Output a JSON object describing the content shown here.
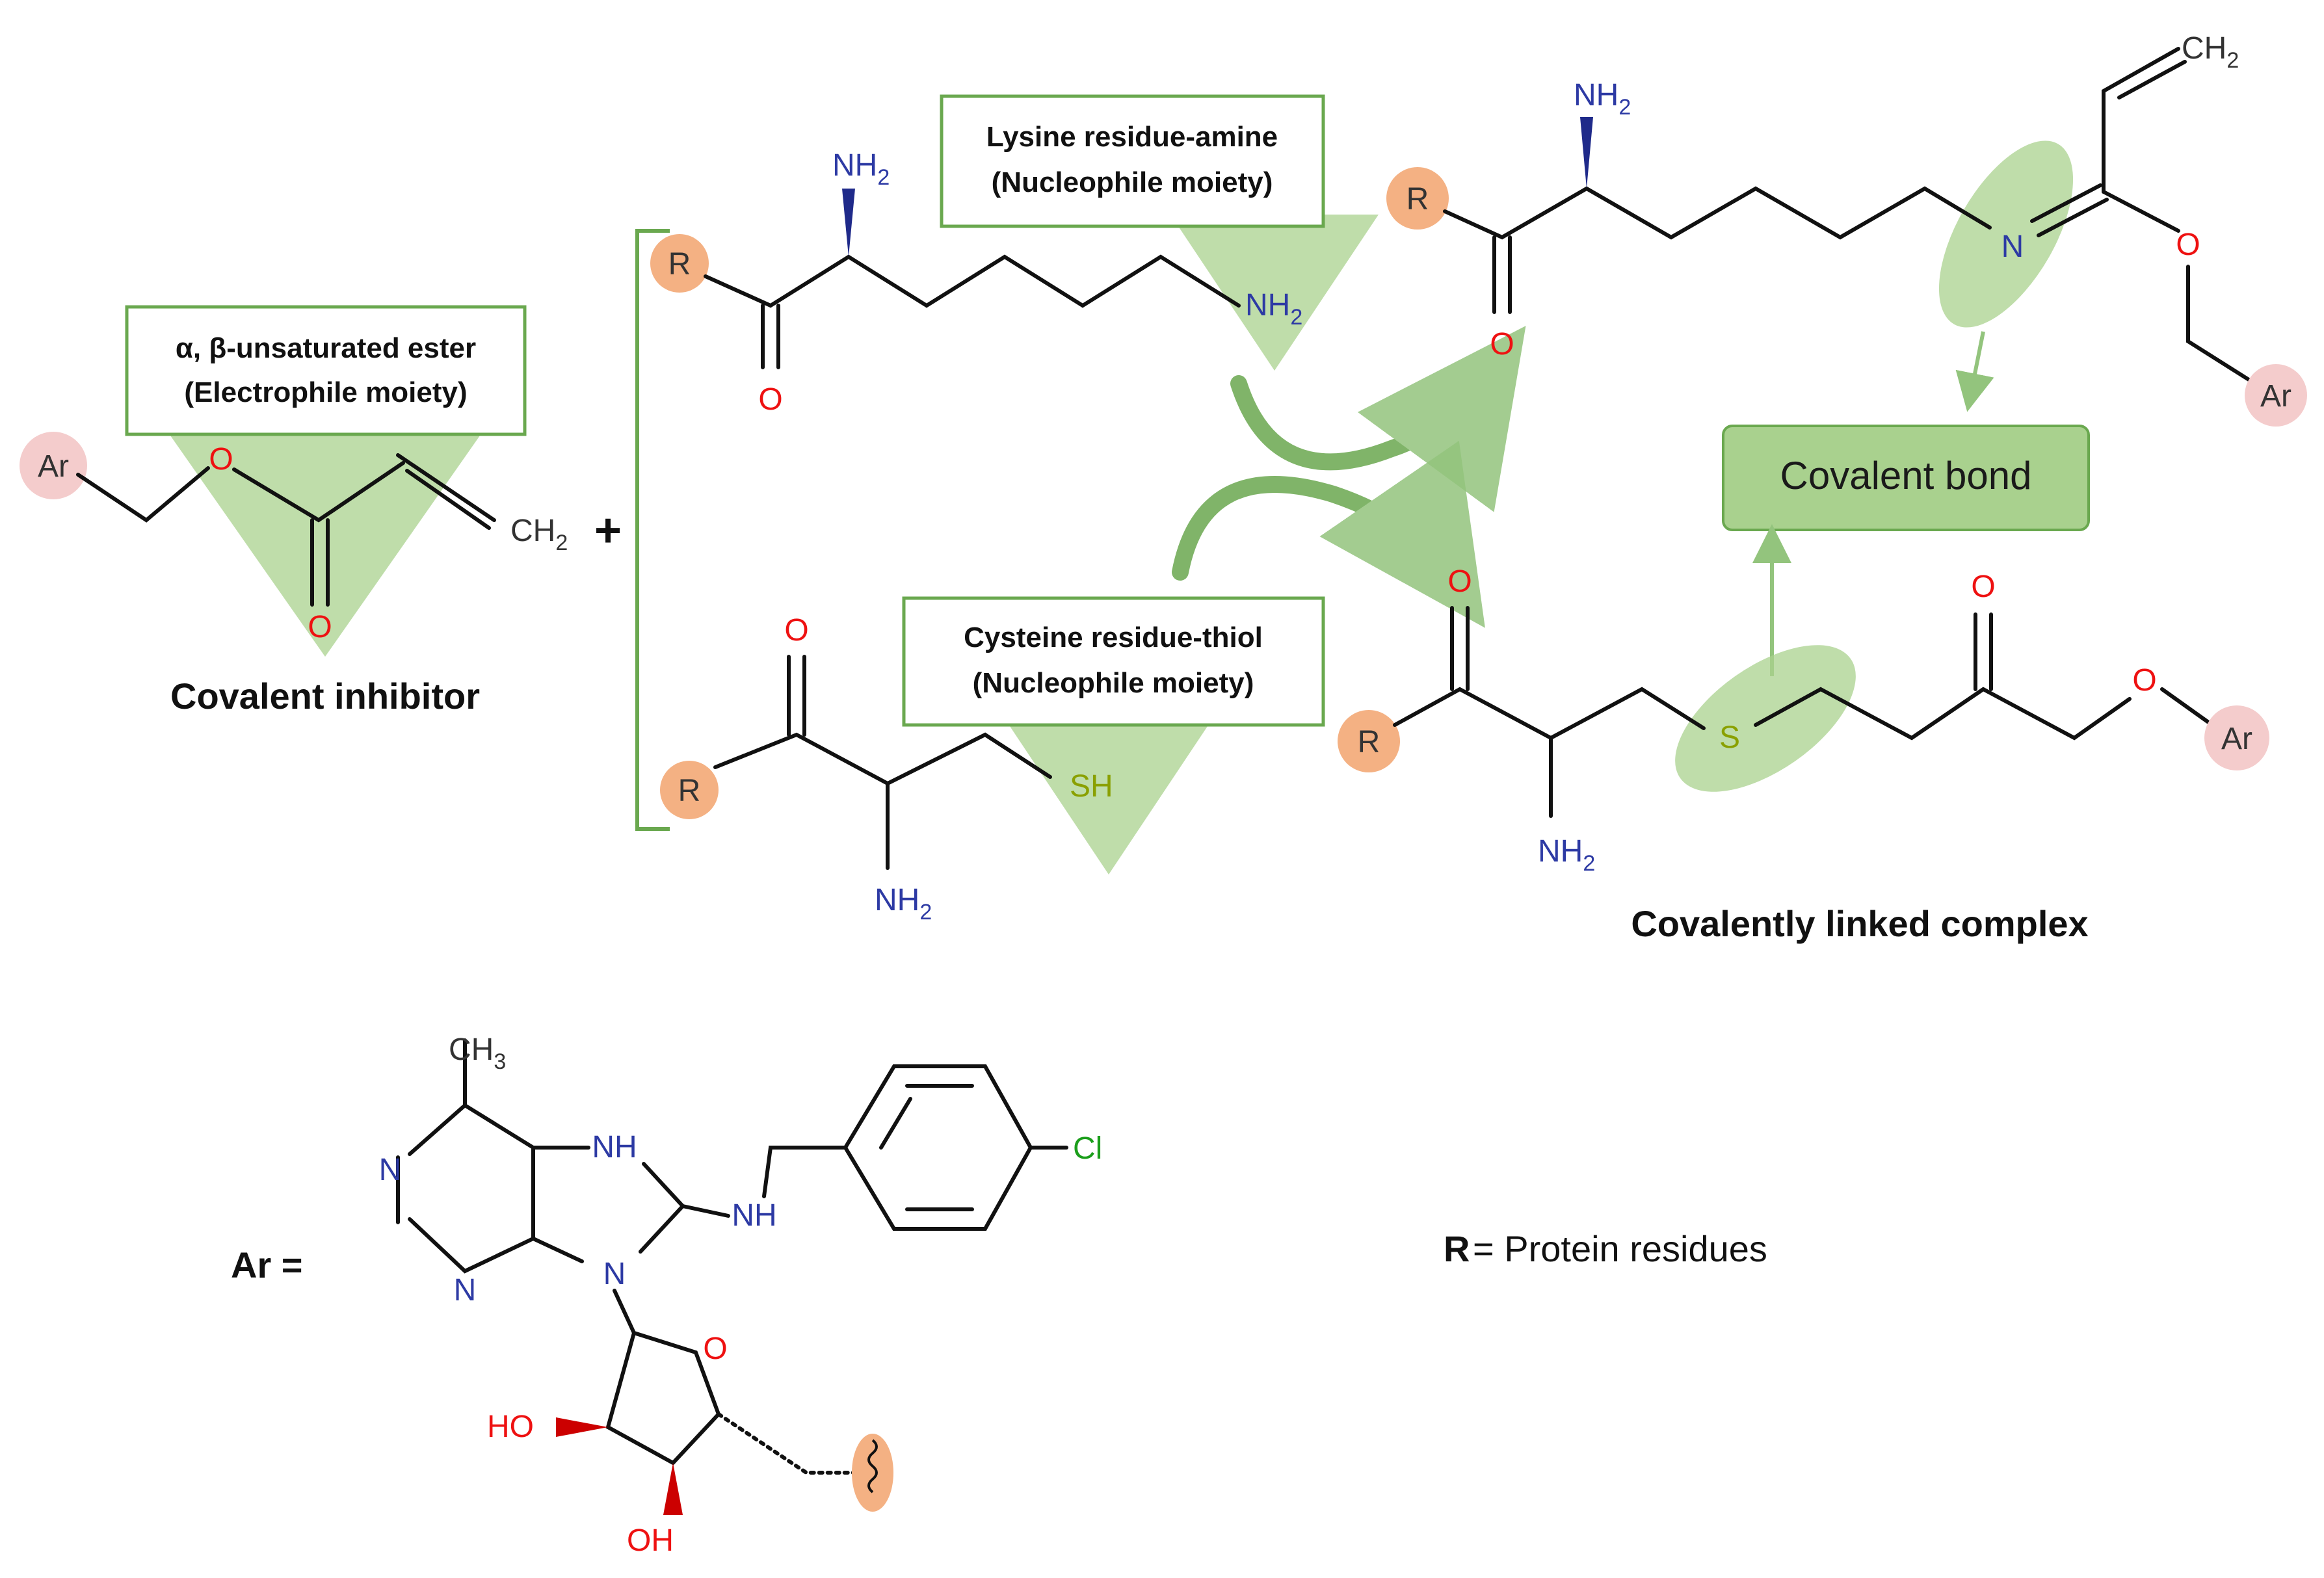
{
  "labels": {
    "electrophile_line1": "α, β-unsaturated ester",
    "electrophile_line2": "(Electrophile moiety)",
    "lysine_line1": "Lysine residue-amine",
    "lysine_line2": "(Nucleophile moiety)",
    "cysteine_line1": "Cysteine residue-thiol",
    "cysteine_line2": "(Nucleophile moiety)",
    "covalent_bond": "Covalent bond",
    "covalent_inhibitor": "Covalent inhibitor",
    "covalent_complex": "Covalently linked complex",
    "ar_equals": "Ar =",
    "r_key": "R",
    "r_definition": "= Protein residues",
    "plus": "+"
  },
  "atoms": {
    "ar": "Ar",
    "r": "R",
    "o": "O",
    "n": "N",
    "s": "S",
    "sh": "SH",
    "nh": "NH",
    "nh2": "NH",
    "ch2": "CH",
    "ch3": "CH",
    "cl": "Cl",
    "ho": "HO",
    "oh": "OH",
    "sub2": "2",
    "sub3": "3"
  },
  "colors": {
    "highlight": "#a9d18e",
    "box_border": "#6aa84f",
    "r_group": "#f4b183",
    "ar_group": "#f4cccc",
    "oxygen": "#ee1111",
    "nitrogen": "#2d3aa4",
    "sulfur": "#8aa000",
    "chlorine": "#1b9e1b"
  }
}
